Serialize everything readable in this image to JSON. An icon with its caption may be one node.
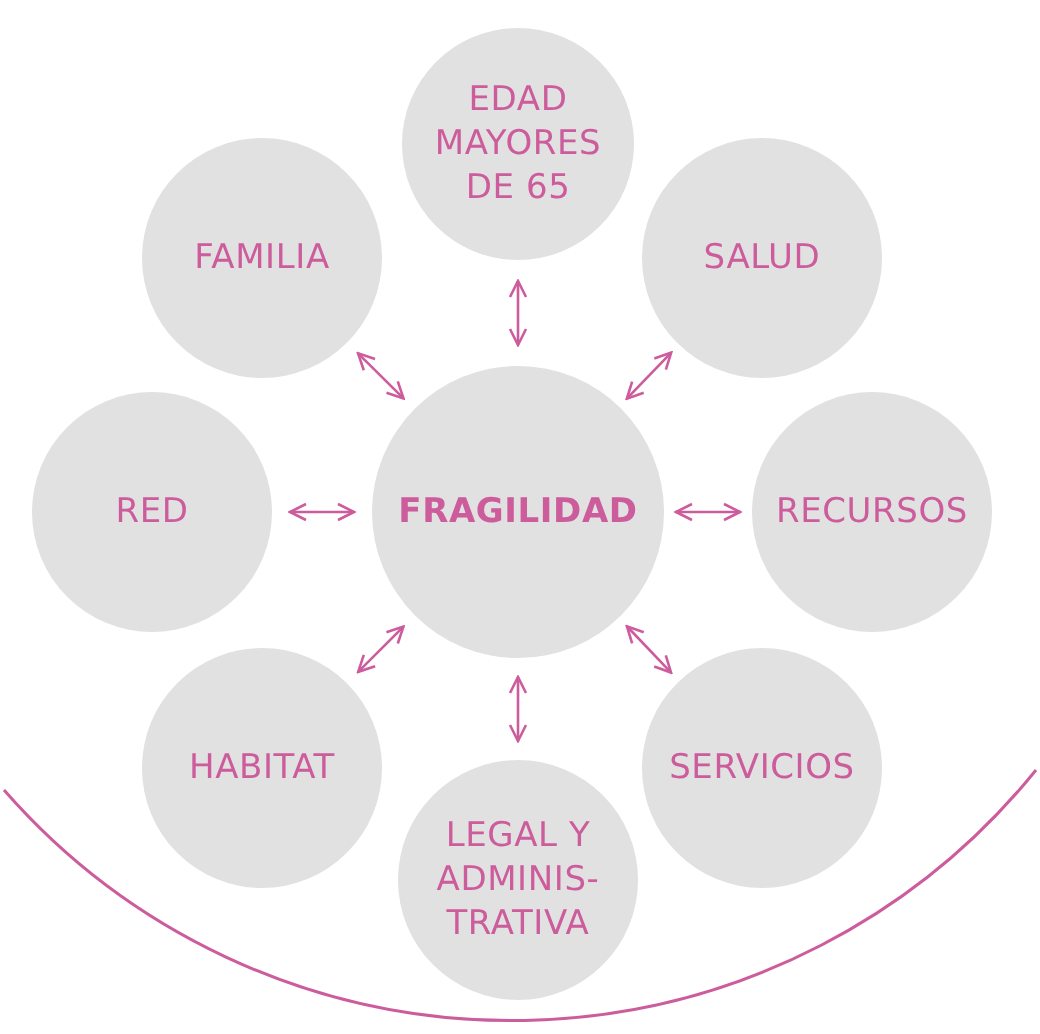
{
  "diagram": {
    "nodes": [
      {
        "text": [
          "EDAD MAYORES DE 65"
        ]
      },
      {
        "text": [
          "FAMILIA"
        ]
      },
      {
        "text": [
          "SALUD"
        ]
      },
      {
        "text": [
          "RED"
        ]
      },
      {
        "text": [
          "FRAGILIDAD"
        ]
      },
      {
        "text": [
          "RECURSOS"
        ]
      },
      {
        "text": [
          "HABITAT"
        ]
      },
      {
        "text": [
          "LEGAL Y ADMINIS- TRATIVA"
        ]
      },
      {
        "text": [
          "SERVICIOS"
        ]
      }
    ],
    "edges": [
      {
        "from": 4,
        "to": 0,
        "arrow": "both"
      },
      {
        "from": 4,
        "to": 1,
        "arrow": "both"
      },
      {
        "from": 4,
        "to": 2,
        "arrow": "both"
      },
      {
        "from": 4,
        "to": 3,
        "arrow": "both"
      },
      {
        "from": 4,
        "to": 5,
        "arrow": "both"
      },
      {
        "from": 4,
        "to": 6,
        "arrow": "both"
      },
      {
        "from": 4,
        "to": 7,
        "arrow": "both"
      },
      {
        "from": 4,
        "to": 8,
        "arrow": "both"
      }
    ]
  }
}
